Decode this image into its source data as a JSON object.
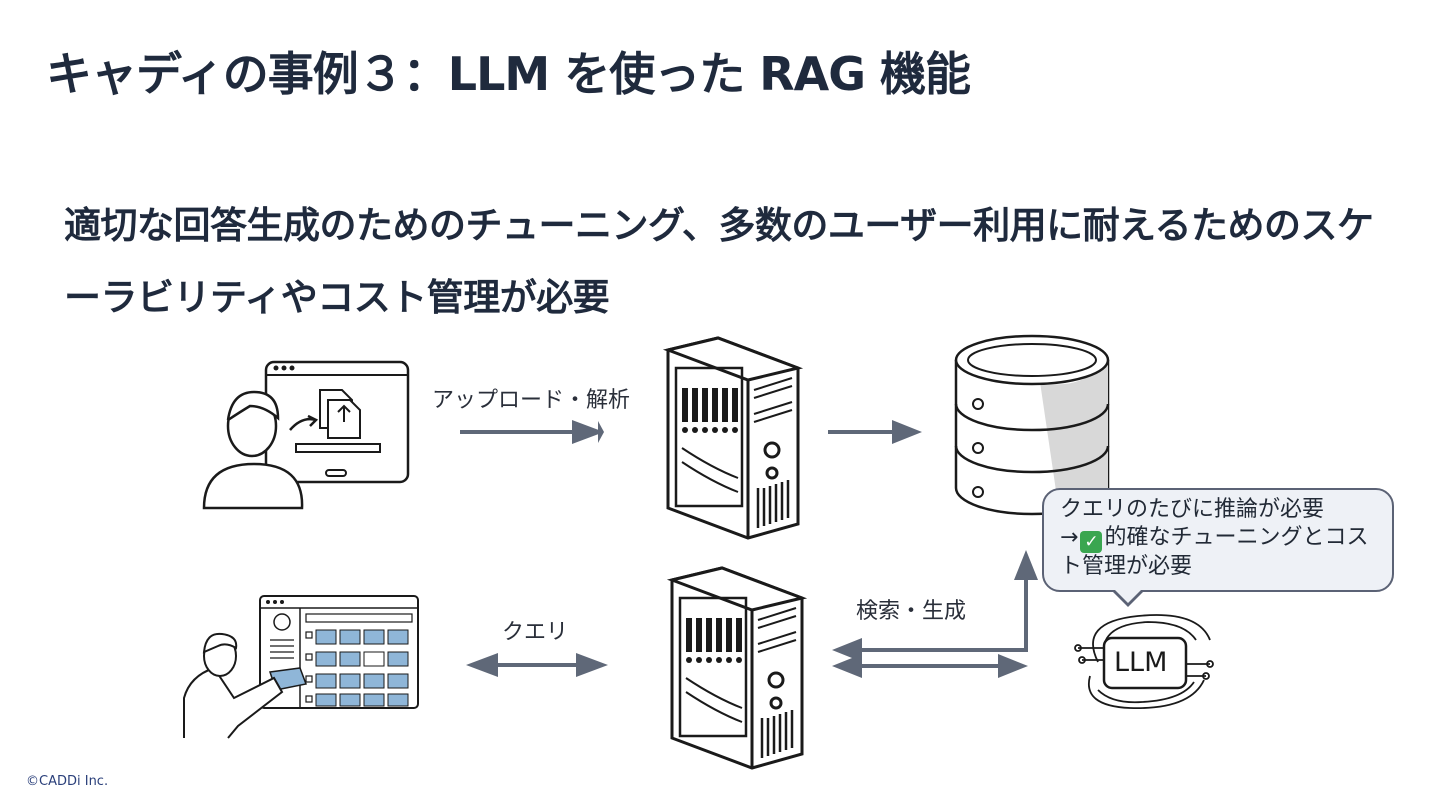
{
  "slide": {
    "title": "キャディの事例３：LLM を使った RAG 機能",
    "subtitle": "適切な回答生成のためのチューニング、多数のユーザー利用に耐えるためのスケーラビリティやコスト管理が必要",
    "footer": "©CADDi Inc."
  },
  "diagram": {
    "labels": {
      "upload": "アップロード・解析",
      "query": "クエリ",
      "search_generate": "検索・生成",
      "llm": "LLM"
    },
    "bubble": {
      "line1": "クエリのたびに推論が必要",
      "arrow": "→",
      "check": "✓",
      "line2": "的確なチューニングとコスト管理が必要"
    },
    "colors": {
      "arrow": "#5f6878",
      "text": "#1f2a3d",
      "folder": "#8fb6d8"
    }
  }
}
